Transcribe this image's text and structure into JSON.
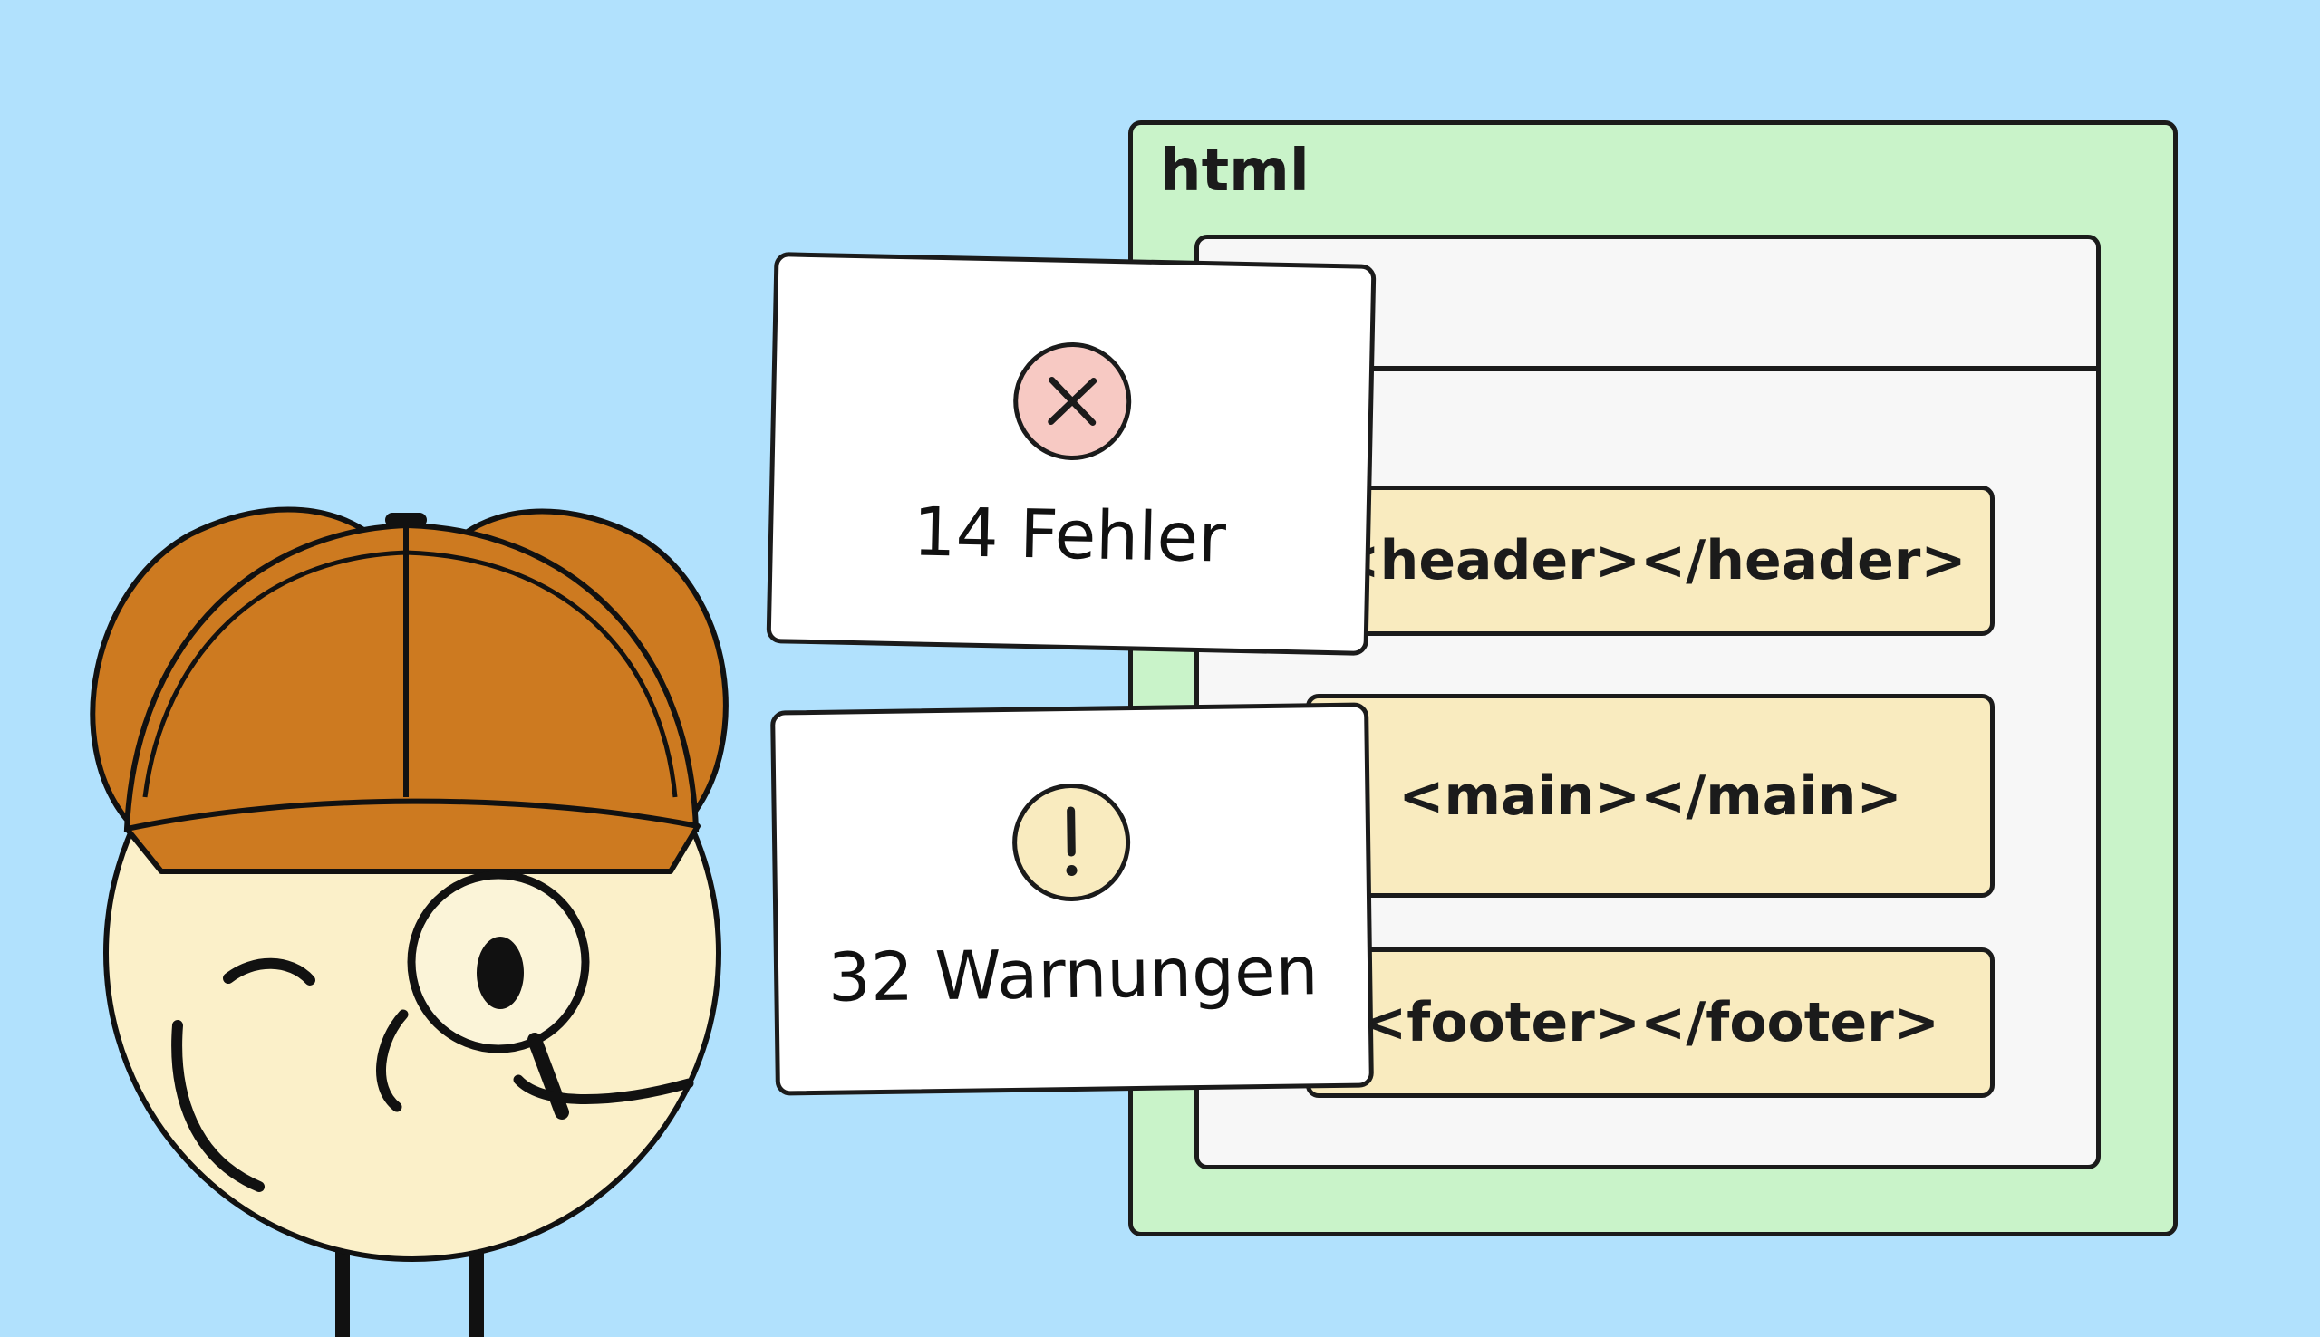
{
  "window": {
    "label": "html",
    "tags": {
      "header": "<header></header>",
      "main": "<main></main>",
      "footer": "<footer></footer>"
    }
  },
  "alerts": {
    "errors": {
      "text": "14 Fehler",
      "icon": "close-circle-icon",
      "color": "#f7c9c3"
    },
    "warnings": {
      "text": "32 Warnungen",
      "icon": "exclamation-circle-icon",
      "color": "#f9ebbf"
    }
  },
  "colors": {
    "background": "#b1e1fd",
    "window": "#c9f3c9",
    "tag": "#f9ebbf",
    "cap": "#cd7a20",
    "face": "#fbf0c9"
  }
}
